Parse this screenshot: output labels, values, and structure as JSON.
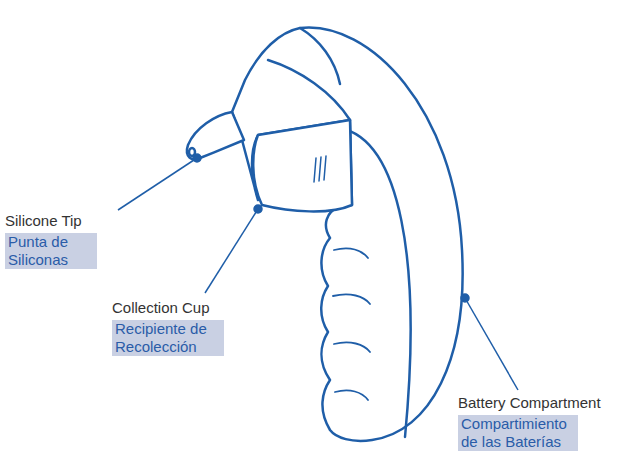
{
  "diagram": {
    "labels": [
      "Silicone Tip",
      "Punta de Siliconas",
      "Collection Cup",
      "Recipiente de Recolección",
      "Battery Compartment",
      "Compartimiento de las Baterías"
    ]
  }
}
